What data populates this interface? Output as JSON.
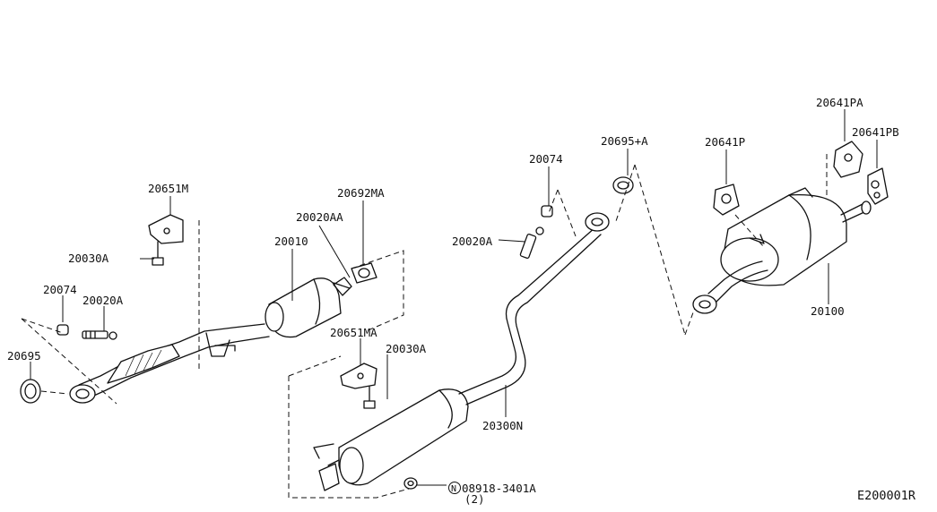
{
  "labels": {
    "l20651M": "20651M",
    "l20030A_left": "20030A",
    "l20074_left": "20074",
    "l20020A_left": "20020A",
    "l20695": "20695",
    "l20692MA": "20692MA",
    "l20020AA": "20020AA",
    "l20010": "20010",
    "l20651MA": "20651MA",
    "l20030A_mid": "20030A",
    "l20300N": "20300N",
    "l08918": "08918-3401A",
    "l08918_qty": "(2)",
    "l20074_mid": "20074",
    "l20020A_mid": "20020A",
    "l20695A": "20695+A",
    "l20641P": "20641P",
    "l20641PA": "20641PA",
    "l20641PB": "20641PB",
    "l20100": "20100",
    "nut_symbol": "N"
  },
  "diagram_code": "E200001R"
}
